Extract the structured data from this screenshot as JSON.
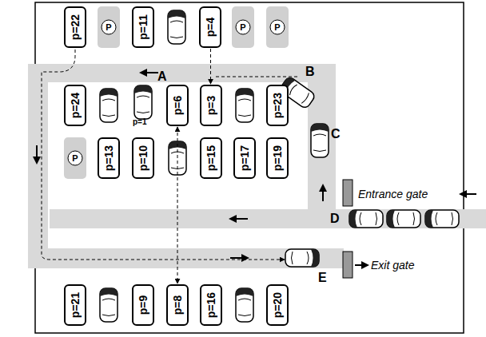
{
  "diagram": {
    "nodes": [
      {
        "text": [
          "p=22"
        ]
      },
      {
        "text": [
          "p=11"
        ]
      },
      {
        "text": [
          "p=4"
        ]
      },
      {
        "text": [
          "p=24"
        ]
      },
      {
        "text": [
          "p=6"
        ]
      },
      {
        "text": [
          "p=3"
        ]
      },
      {
        "text": [
          "p=23"
        ]
      },
      {
        "text": [
          "p=13"
        ]
      },
      {
        "text": [
          "p=10"
        ]
      },
      {
        "text": [
          "p=15"
        ]
      },
      {
        "text": [
          "p=17"
        ]
      },
      {
        "text": [
          "p=19"
        ]
      },
      {
        "text": [
          "p=21"
        ]
      },
      {
        "text": [
          "p=9"
        ]
      },
      {
        "text": [
          "p=8"
        ]
      },
      {
        "text": [
          "p=16"
        ]
      },
      {
        "text": [
          "p=20"
        ]
      }
    ],
    "edges": [
      {
        "from": 2,
        "to": 5,
        "arrow": "to"
      },
      {
        "from": 4,
        "to": 14,
        "arrow": "both"
      }
    ],
    "labels": [
      "A",
      "B",
      "C",
      "D",
      "E",
      "p=1",
      "Entrance gate",
      "Exit gate",
      "P",
      "P",
      "P",
      "P"
    ]
  }
}
